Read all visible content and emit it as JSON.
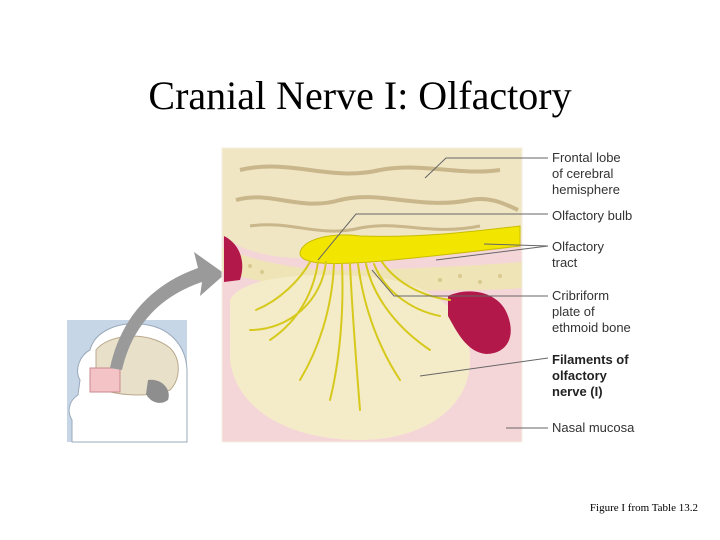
{
  "slide": {
    "title": "Cranial Nerve I: Olfactory",
    "caption": "Figure I from Table 13.2"
  },
  "diagram": {
    "labels": {
      "frontal_lobe": "Frontal lobe\nof cerebral\nhemisphere",
      "olfactory_bulb": "Olfactory bulb",
      "olfactory_tract": "Olfactory\ntract",
      "cribriform_plate": "Cribriform\nplate of\nethmoid bone",
      "filaments": "Filaments of\nolfactory\nnerve (I)",
      "nasal_mucosa": "Nasal mucosa"
    },
    "colors": {
      "brain": "#f0e6c4",
      "brain_fold": "#c9b68a",
      "nerve_yellow": "#f2e600",
      "mucosa_pink": "#f5d6d8",
      "blood_red": "#b3184a",
      "thumbnail_blue": "#c6d6e6",
      "arrow_gray": "#9a9a9a"
    }
  }
}
